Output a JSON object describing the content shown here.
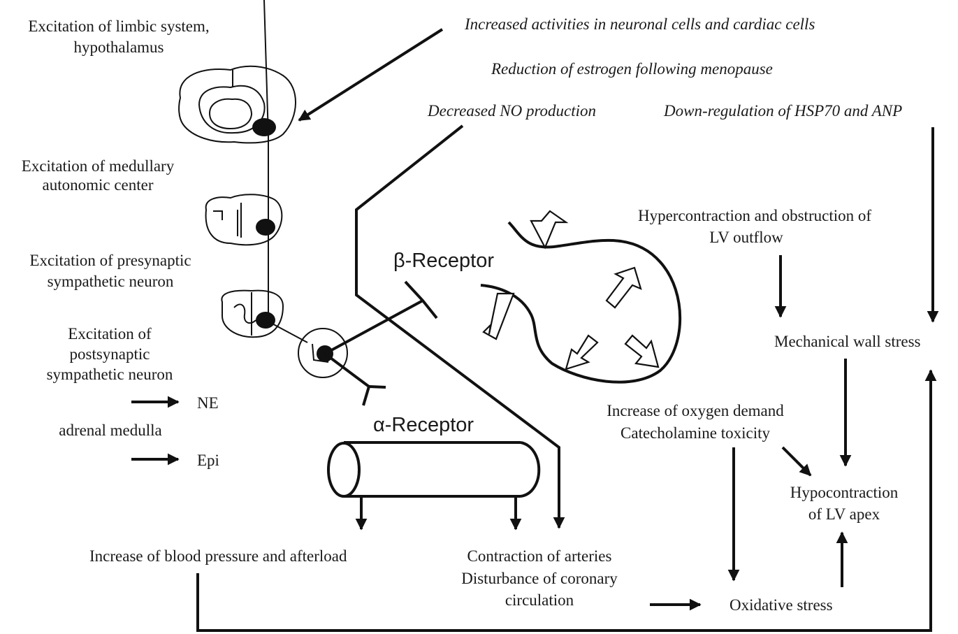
{
  "left_labels": {
    "limbic_1": "Excitation of limbic system,",
    "limbic_2": "hypothalamus",
    "medullary_1": "Excitation of medullary",
    "medullary_2": "autonomic center",
    "presynaptic_1": "Excitation of presynaptic",
    "presynaptic_2": "sympathetic neuron",
    "postsynaptic_1": "Excitation of",
    "postsynaptic_2": "postsynaptic",
    "postsynaptic_3": "sympathetic neuron",
    "ne": "NE",
    "adrenal": "adrenal medulla",
    "epi": "Epi"
  },
  "factors": {
    "neuronal": "Increased activities in neuronal cells and cardiac cells",
    "estrogen": "Reduction of estrogen following menopause",
    "no": "Decreased NO production",
    "hsp70": "Down-regulation of HSP70 and ANP"
  },
  "receptors": {
    "beta": "β-Receptor",
    "alpha": "α-Receptor"
  },
  "right_labels": {
    "hyper_1": "Hypercontraction and obstruction of",
    "hyper_2": "LV outflow",
    "wall_stress": "Mechanical wall stress",
    "oxygen_1": "Increase of oxygen demand",
    "oxygen_2": "Catecholamine toxicity",
    "hypo_1": "Hypocontraction",
    "hypo_2": "of LV apex",
    "oxidative": "Oxidative stress"
  },
  "bottom_labels": {
    "bp": "Increase of blood pressure and afterload",
    "arteries_1": "Contraction of arteries",
    "arteries_2": "Disturbance of coronary",
    "arteries_3": "circulation"
  }
}
